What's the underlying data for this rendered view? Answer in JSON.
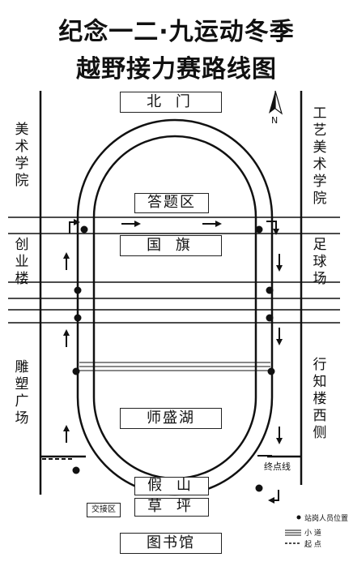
{
  "title": {
    "line1": "纪念一二·九运动冬季",
    "line2": "越野接力赛路线图"
  },
  "places": {
    "north_gate": "北 门",
    "answer_zone": "答题区",
    "flag": "国 旗",
    "lake": "师盛湖",
    "rockery": "假 山",
    "lawn": "草 坪",
    "library": "图书馆",
    "handover_zone": "交接区",
    "finish_line": "终点线"
  },
  "side_labels": {
    "left_top": "美术学院",
    "left_mid": "创业楼",
    "left_bottom": "雕塑广场",
    "right_top": "工艺美术学院",
    "right_mid": "足球场",
    "right_bottom": "行知楼西侧"
  },
  "compass": {
    "label": "N"
  },
  "legend": {
    "staff": "站岗人员位置",
    "path": "小 道",
    "start": "起 点"
  },
  "colors": {
    "ink": "#111111",
    "paper": "#ffffff"
  }
}
